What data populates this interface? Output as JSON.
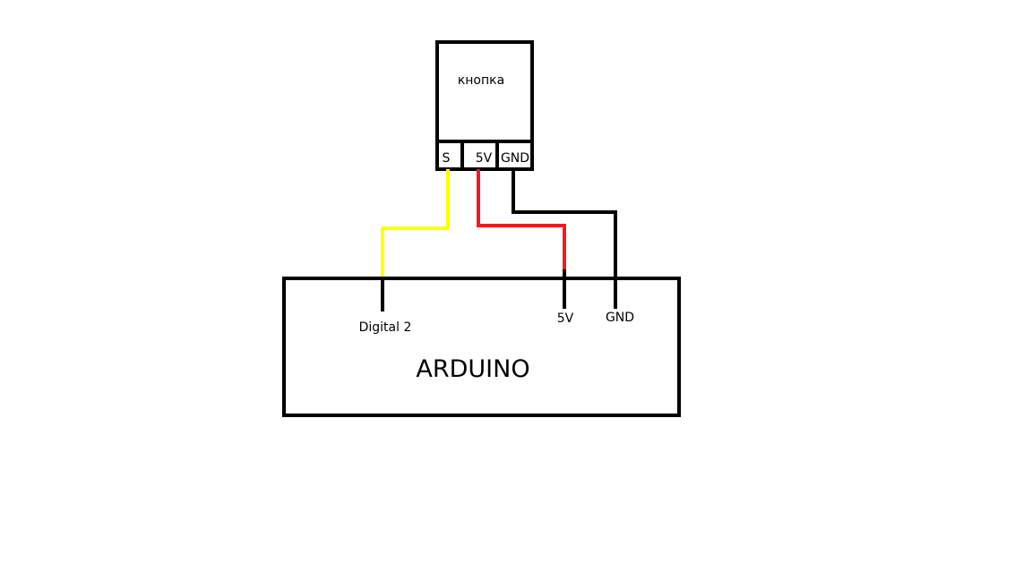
{
  "button_module": {
    "title": "кнопка",
    "pins": {
      "signal": "S",
      "power": "5V",
      "ground": "GND"
    }
  },
  "arduino": {
    "title": "ARDUINO",
    "pins": {
      "digital": "Digital 2",
      "power": "5V",
      "ground": "GND"
    }
  },
  "wire_colors": {
    "signal": "#ffff00",
    "power": "#ee1c24",
    "ground": "#000000",
    "outline": "#000000"
  }
}
